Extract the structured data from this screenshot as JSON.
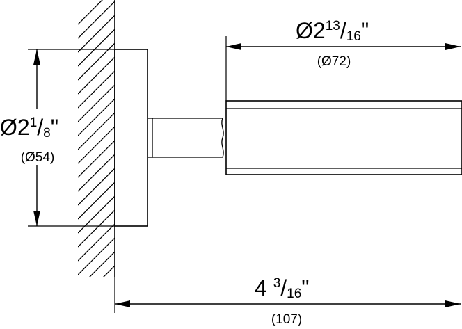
{
  "drawing": {
    "wall_flange_diameter": {
      "symbol": "Ø2",
      "numerator": "1",
      "slash": "/",
      "denominator": "8",
      "inch_mark": "\"",
      "metric": "(Ø54)"
    },
    "holder_diameter": {
      "symbol": "Ø2",
      "numerator": "13",
      "slash": "/",
      "denominator": "16",
      "inch_mark": "\"",
      "metric": "(Ø72)"
    },
    "projection_length": {
      "whole": "4 ",
      "numerator": "3",
      "slash": "/",
      "denominator": "16",
      "inch_mark": "\"",
      "metric": "(107)"
    }
  }
}
